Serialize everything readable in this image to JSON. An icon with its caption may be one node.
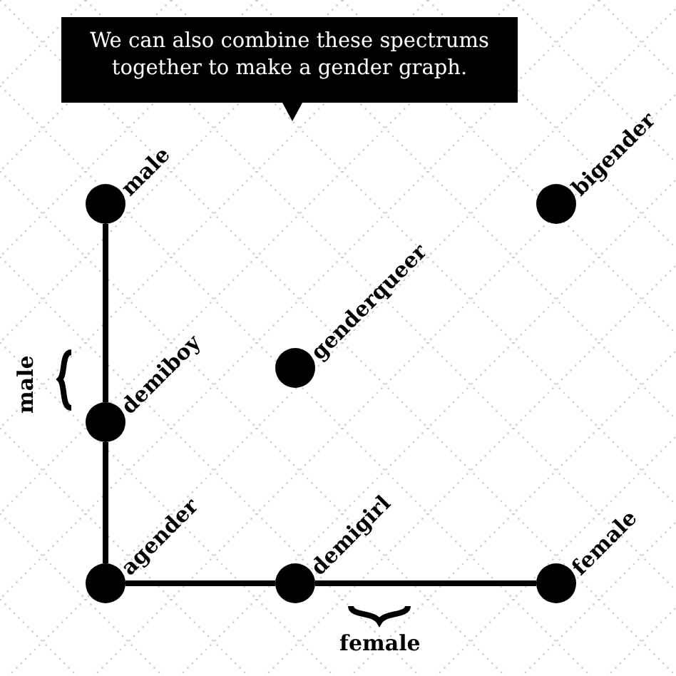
{
  "diagram": {
    "nodes": [
      {
        "text": [
          "We can also combine these spectrums together to make a gender graph."
        ]
      },
      {
        "text": [],
        "shape": "circle",
        "beside": [
          "male"
        ]
      },
      {
        "text": [],
        "shape": "circle",
        "beside": [
          "bigender"
        ]
      },
      {
        "text": [],
        "shape": "circle",
        "beside": [
          "genderqueer"
        ]
      },
      {
        "text": [],
        "shape": "circle",
        "beside": [
          "demiboy"
        ]
      },
      {
        "text": [],
        "shape": "circle",
        "beside": [
          "agender"
        ]
      },
      {
        "text": [],
        "shape": "circle",
        "beside": [
          "demigirl"
        ]
      },
      {
        "text": [],
        "shape": "circle",
        "beside": [
          "female"
        ]
      }
    ],
    "edges": [
      {
        "from": 1,
        "to": 4,
        "arrow": "none"
      },
      {
        "from": 4,
        "to": 5,
        "arrow": "none"
      },
      {
        "from": 5,
        "to": 6,
        "arrow": "none"
      },
      {
        "from": 6,
        "to": 7,
        "arrow": "none"
      }
    ],
    "labels": [
      "male",
      "female"
    ]
  }
}
